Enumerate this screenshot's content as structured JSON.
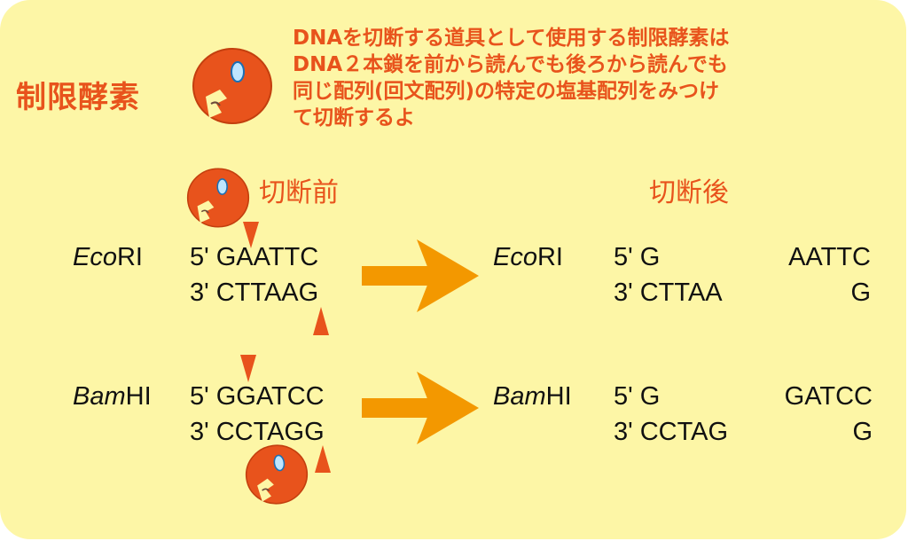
{
  "title": "制限酵素",
  "description": {
    "line1": "DNAを切断する道具として使用する制限酵素は",
    "line2": "DNA２本鎖を前から読んでも後ろから読んでも",
    "line3": "同じ配列(回文配列)の特定の塩基配列をみつけ",
    "line4": "て切断するよ"
  },
  "headings": {
    "before": "切断前",
    "after": "切断後"
  },
  "colors": {
    "background": "#fdf6a6",
    "accent": "#e8531c",
    "arrow": "#f39800",
    "marker": "#e8531c"
  },
  "enzymes": [
    {
      "italic": "Eco",
      "suffix": "RI",
      "before": {
        "top": "5' GAATTC",
        "bottom": "3' CTTAAG"
      },
      "after": {
        "top_left": "5' G",
        "top_right": "AATTC",
        "bottom_left": "3' CTTAA",
        "bottom_right": "G"
      }
    },
    {
      "italic": "Bam",
      "suffix": "HI",
      "before": {
        "top": "5' GGATCC",
        "bottom": "3' CCTAGG"
      },
      "after": {
        "top_left": "5' G",
        "top_right": "GATCC",
        "bottom_left": "3' CCTAG",
        "bottom_right": "G"
      }
    }
  ]
}
